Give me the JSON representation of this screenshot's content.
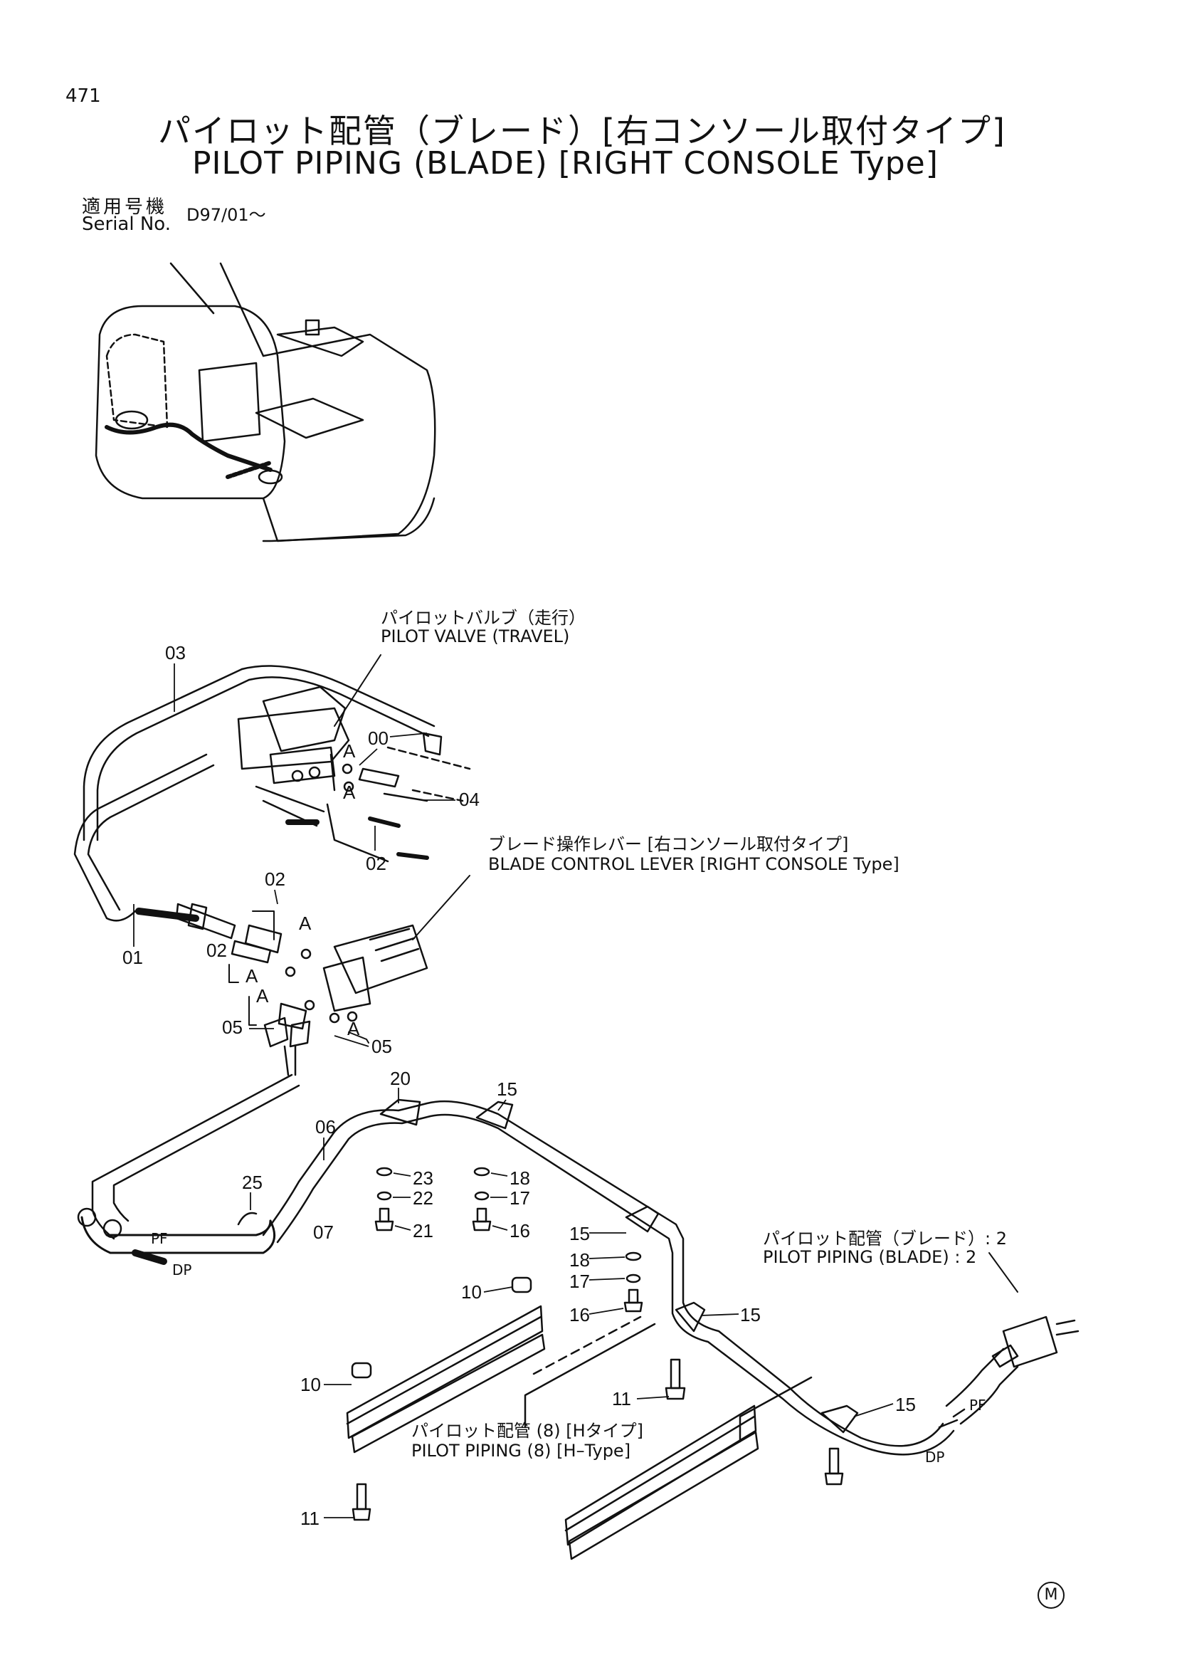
{
  "page_number": "471",
  "title_jp": "パイロット配管（ブレード）[右コンソール取付タイプ]",
  "title_en": "PILOT PIPING (BLADE) [RIGHT CONSOLE Type]",
  "serial_label_jp": "適用号機",
  "serial_label_en": "Serial No.",
  "serial_value": "D97/01～",
  "labels": {
    "pilot_valve_jp": "パイロットバルブ（走行）",
    "pilot_valve_en": "PILOT VALVE (TRAVEL)",
    "blade_lever_jp": "ブレード操作レバー [右コンソール取付タイプ]",
    "blade_lever_en": "BLADE CONTROL LEVER [RIGHT CONSOLE Type]",
    "pilot_piping_blade_jp": "パイロット配管（ブレード）: 2",
    "pilot_piping_blade_en": "PILOT PIPING (BLADE) : 2",
    "pilot_piping_8_jp": "パイロット配管 (8) [Hタイプ]",
    "pilot_piping_8_en": "PILOT PIPING (8) [H–Type]",
    "pf": "PF",
    "dp": "DP",
    "a": "A"
  },
  "part_numbers": {
    "p00": "00",
    "p01": "01",
    "p02": "02",
    "p03": "03",
    "p04": "04",
    "p05": "05",
    "p06": "06",
    "p07": "07",
    "p10": "10",
    "p11": "11",
    "p15": "15",
    "p16": "16",
    "p17": "17",
    "p18": "18",
    "p20": "20",
    "p21": "21",
    "p22": "22",
    "p23": "23",
    "p25": "25"
  },
  "corner_mark": "M"
}
